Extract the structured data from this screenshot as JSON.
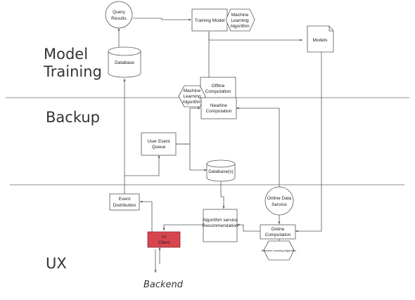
{
  "sections": {
    "model_training_line1": "Model",
    "model_training_line2": "Training",
    "backup": "Backup",
    "ux": "UX"
  },
  "nodes": {
    "query_results": [
      "Query",
      "Results"
    ],
    "training_model": "Training Model",
    "ml_algorithm_top": [
      "Machine",
      "Learning",
      "Algorithm"
    ],
    "models": "Models",
    "database": "Database",
    "offline_computation": [
      "Offline",
      "Computation"
    ],
    "ml_algorithm_mid": [
      "Machine",
      "Learning",
      "Algorithm"
    ],
    "nearline_computation": [
      "Nearline",
      "Computation"
    ],
    "user_event_queue": [
      "User Event",
      "Queue"
    ],
    "databases": "Database(s)",
    "event_distribution": [
      "Event",
      "Distribution"
    ],
    "online_data_service": [
      "Online Data",
      "Service"
    ],
    "algorithm_service": [
      "Algorithm service",
      "Recommendation"
    ],
    "online_computation": [
      "Online",
      "Computation"
    ],
    "ml_algorithm_bottom": "Machine Learning Algorithm",
    "ui_client": [
      "UI",
      "Client"
    ]
  },
  "backend_label": "Backend",
  "colors": {
    "ui_client_fill": "#d9454f",
    "ui_client_stroke": "#8b2a30",
    "line": "#555555"
  }
}
